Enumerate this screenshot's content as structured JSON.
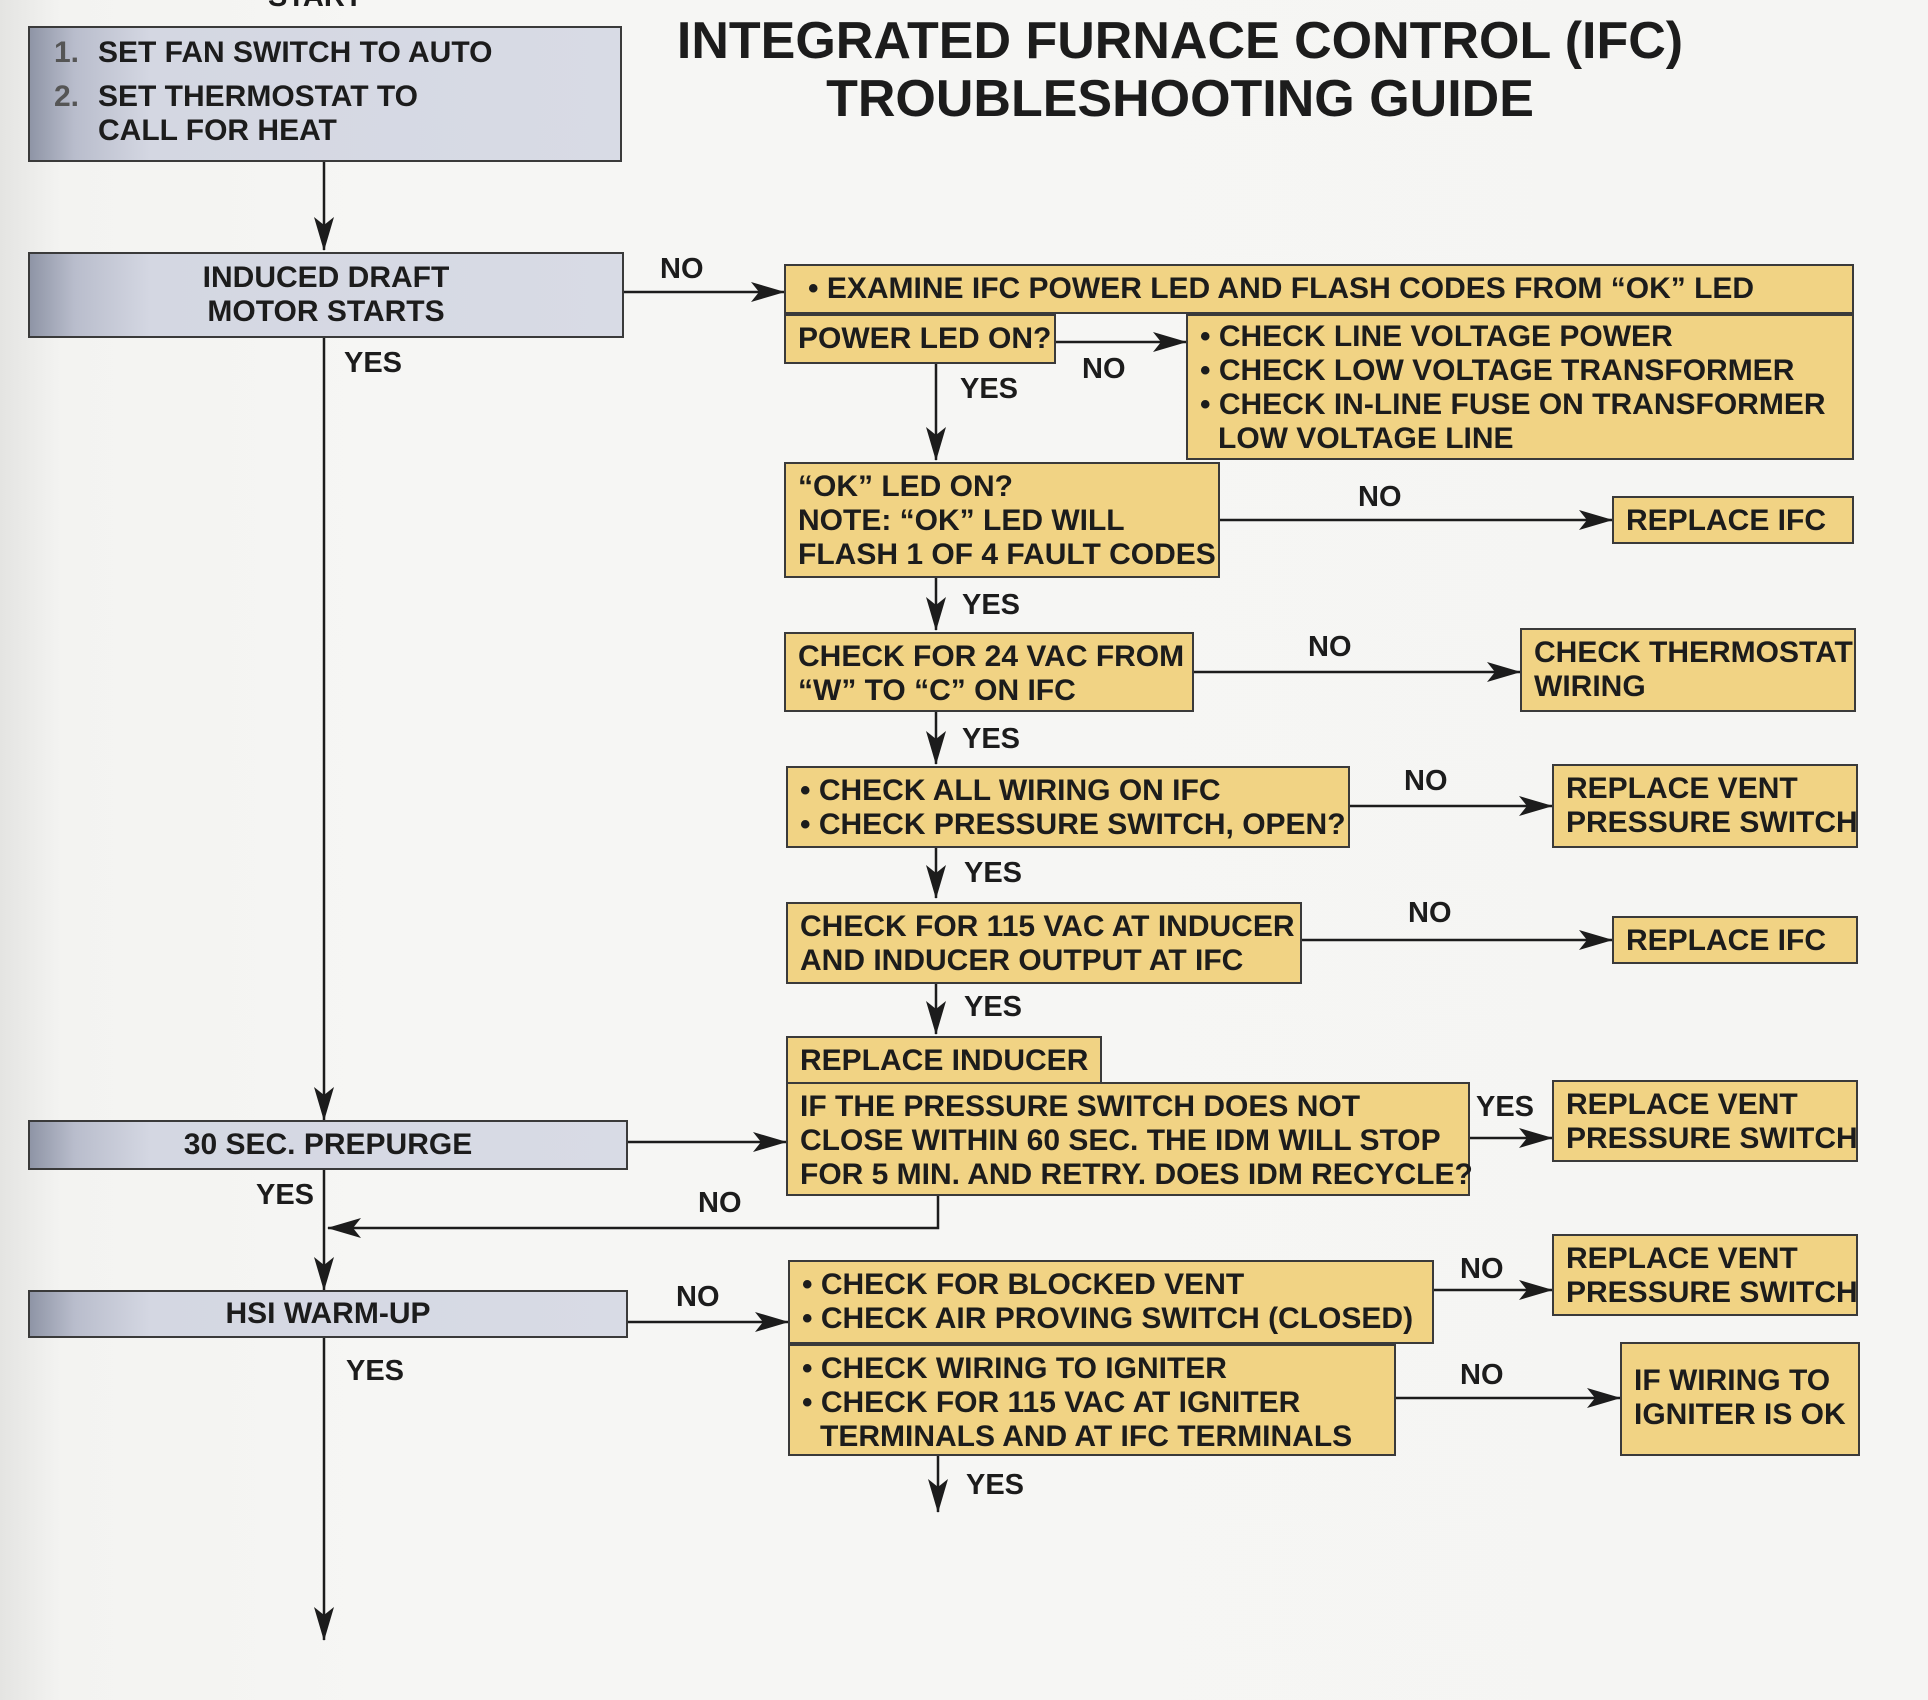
{
  "title": {
    "line1": "INTEGRATED FURNACE CONTROL (IFC)",
    "line2": "TROUBLESHOOTING GUIDE"
  },
  "start": {
    "label": "START",
    "step1_num": "1.",
    "step1": "SET FAN SWITCH TO AUTO",
    "step2_num": "2.",
    "step2_a": "SET THERMOSTAT TO",
    "step2_b": "CALL FOR HEAT"
  },
  "main_column": {
    "induced_draft_a": "INDUCED DRAFT",
    "induced_draft_b": "MOTOR STARTS",
    "prepurge": "30 SEC. PREPURGE",
    "hsi_warmup": "HSI WARM-UP"
  },
  "boxes": {
    "examine": "• EXAMINE IFC POWER LED AND FLASH CODES FROM “OK” LED",
    "power_led": "POWER LED ON?",
    "check_power_1": "• CHECK LINE VOLTAGE POWER",
    "check_power_2": "• CHECK LOW VOLTAGE TRANSFORMER",
    "check_power_3": "• CHECK IN-LINE FUSE ON TRANSFORMER",
    "check_power_4": "LOW VOLTAGE LINE",
    "ok_led_1": "“OK” LED ON?",
    "ok_led_2": "NOTE: “OK” LED WILL",
    "ok_led_3": "FLASH 1 OF 4 FAULT CODES",
    "replace_ifc": "REPLACE IFC",
    "check_24vac_1": "CHECK FOR 24 VAC FROM",
    "check_24vac_2": "“W” TO “C” ON IFC",
    "thermostat_1": "CHECK THERMOSTAT",
    "thermostat_2": "WIRING",
    "wiring_1": "• CHECK ALL WIRING ON IFC",
    "wiring_2": "• CHECK PRESSURE SWITCH, OPEN?",
    "replace_vent_1": "REPLACE VENT",
    "replace_vent_2": "PRESSURE SWITCH",
    "check_115_1": "CHECK FOR 115 VAC AT INDUCER",
    "check_115_2": "AND INDUCER OUTPUT AT IFC",
    "replace_inducer": "REPLACE INDUCER",
    "pressure_1": "IF THE PRESSURE SWITCH DOES NOT",
    "pressure_2": "CLOSE WITHIN 60 SEC. THE IDM WILL STOP",
    "pressure_3": "FOR 5 MIN. AND RETRY. DOES IDM RECYCLE?",
    "blocked_1": "• CHECK FOR BLOCKED VENT",
    "blocked_2": "• CHECK AIR PROVING SWITCH (CLOSED)",
    "igniter_1": "• CHECK WIRING TO IGNITER",
    "igniter_2": "• CHECK FOR 115 VAC AT IGNITER",
    "igniter_3": "TERMINALS AND AT IFC TERMINALS",
    "wiring_ok_1": "IF WIRING TO",
    "wiring_ok_2": "IGNITER IS OK"
  },
  "labels": {
    "yes": "YES",
    "no": "NO"
  }
}
